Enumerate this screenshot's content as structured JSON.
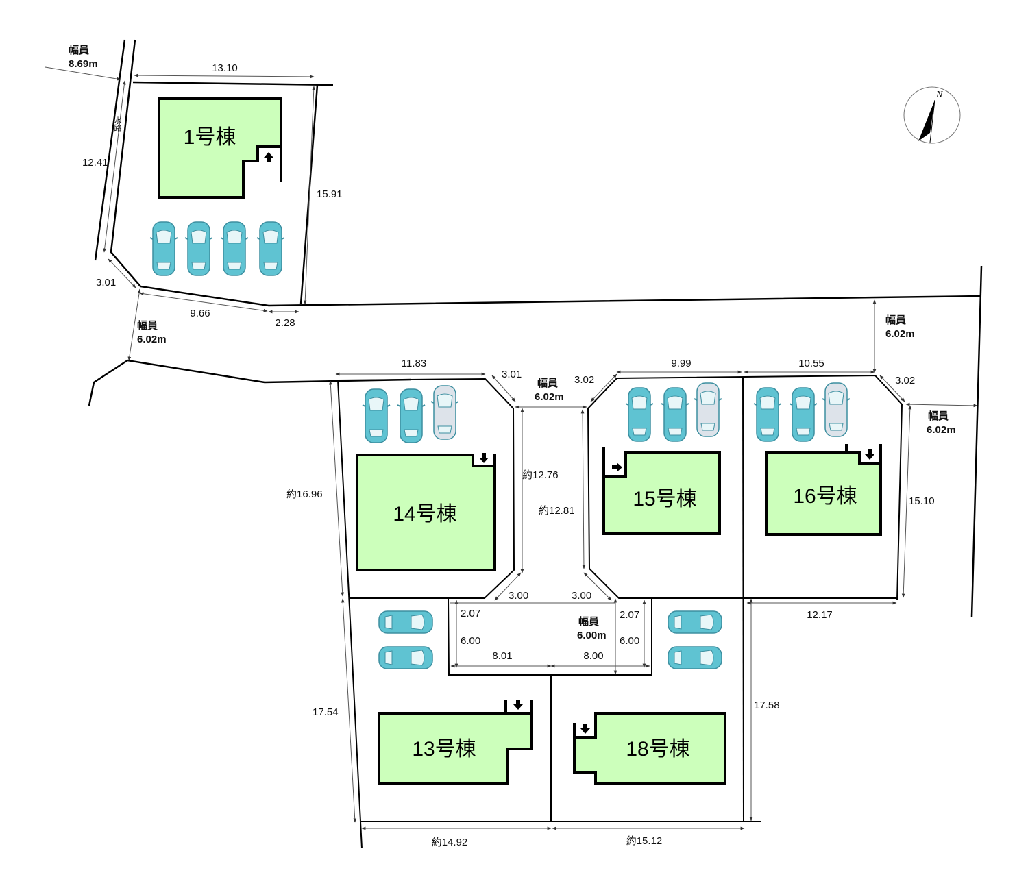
{
  "buildings": {
    "b1": "1号棟",
    "b14": "14号棟",
    "b15": "15号棟",
    "b16": "16号棟",
    "b13": "13号棟",
    "b18": "18号棟"
  },
  "roads": {
    "top_left": {
      "label": "幅員",
      "width": "8.69m"
    },
    "left_mid": {
      "label": "幅員",
      "width": "6.02m"
    },
    "center_top": {
      "label": "幅員",
      "width": "6.02m"
    },
    "right_top": {
      "label": "幅員",
      "width": "6.02m"
    },
    "right_side": {
      "label": "幅員",
      "width": "6.02m"
    },
    "center_bottom": {
      "label": "幅員",
      "width": "6.00m"
    }
  },
  "waterway": "水路",
  "compass": "N",
  "dimensions": {
    "d_13_10": "13.10",
    "d_12_41": "12.41",
    "d_15_91": "15.91",
    "d_3_01_a": "3.01",
    "d_9_66": "9.66",
    "d_2_28": "2.28",
    "d_11_83": "11.83",
    "d_3_01_b": "3.01",
    "d_3_02_a": "3.02",
    "d_9_99": "9.99",
    "d_10_55": "10.55",
    "d_3_02_b": "3.02",
    "d_16_96": "約16.96",
    "d_12_76": "約12.76",
    "d_12_81": "約12.81",
    "d_15_10": "15.10",
    "d_3_00_a": "3.00",
    "d_3_00_b": "3.00",
    "d_2_07_a": "2.07",
    "d_2_07_b": "2.07",
    "d_6_00_a": "6.00",
    "d_6_00_b": "6.00",
    "d_8_01": "8.01",
    "d_8_00": "8.00",
    "d_12_17": "12.17",
    "d_17_54": "17.54",
    "d_17_58": "17.58",
    "d_14_92": "約14.92",
    "d_15_12": "約15.12"
  },
  "colors": {
    "building_fill": "#ccffbb",
    "car_teal": "#5fc3d2",
    "car_gray": "#dde3ea"
  }
}
